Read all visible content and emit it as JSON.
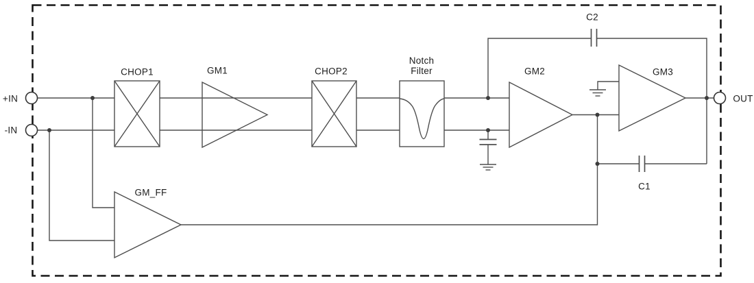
{
  "labels": {
    "in_plus": "+IN",
    "in_minus": "-IN",
    "out": "OUT",
    "chop1": "CHOP1",
    "gm1": "GM1",
    "chop2": "CHOP2",
    "notch_line1": "Notch",
    "notch_line2": "Filter",
    "gm2": "GM2",
    "gm3": "GM3",
    "gm_ff": "GM_FF",
    "c2": "C2",
    "c1": "C1"
  },
  "colors": {
    "background": "#ffffff",
    "wire": "#4e4e4e",
    "border": "#151515",
    "text": "#1c1c1c"
  }
}
